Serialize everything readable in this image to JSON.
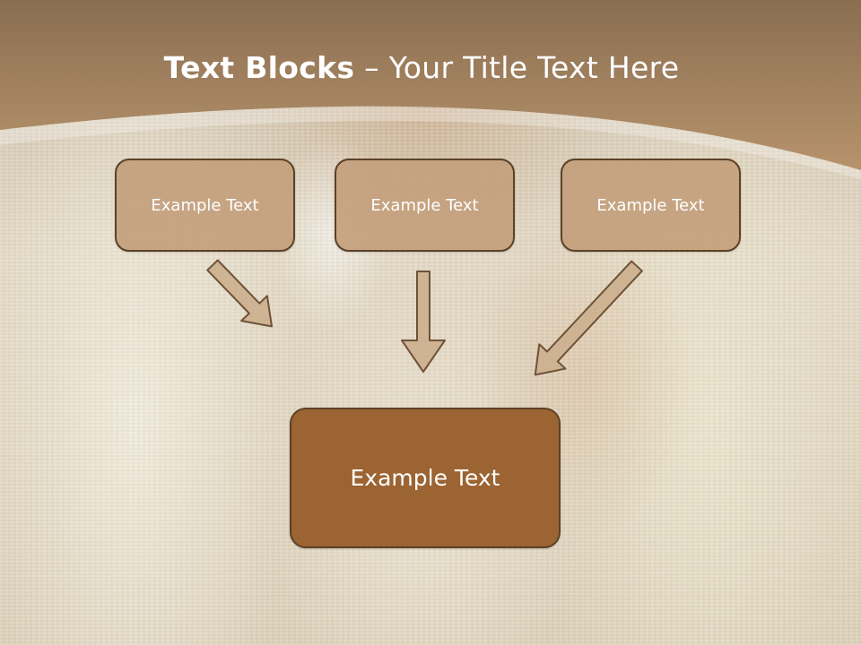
{
  "slide": {
    "title_bold": "Text Blocks",
    "title_rest": " – Your Title Text Here"
  },
  "diagram": {
    "top_boxes": [
      {
        "label": "Example Text"
      },
      {
        "label": "Example Text"
      },
      {
        "label": "Example Text"
      }
    ],
    "main_box": {
      "label": "Example Text"
    }
  },
  "colors": {
    "header_brown": "#a27e5c",
    "box_tan": "#c3a07d",
    "box_border": "#5b4126",
    "main_box": "#9b6432",
    "arrow_fill": "#ccaf8e",
    "arrow_stroke": "#6e5238"
  }
}
